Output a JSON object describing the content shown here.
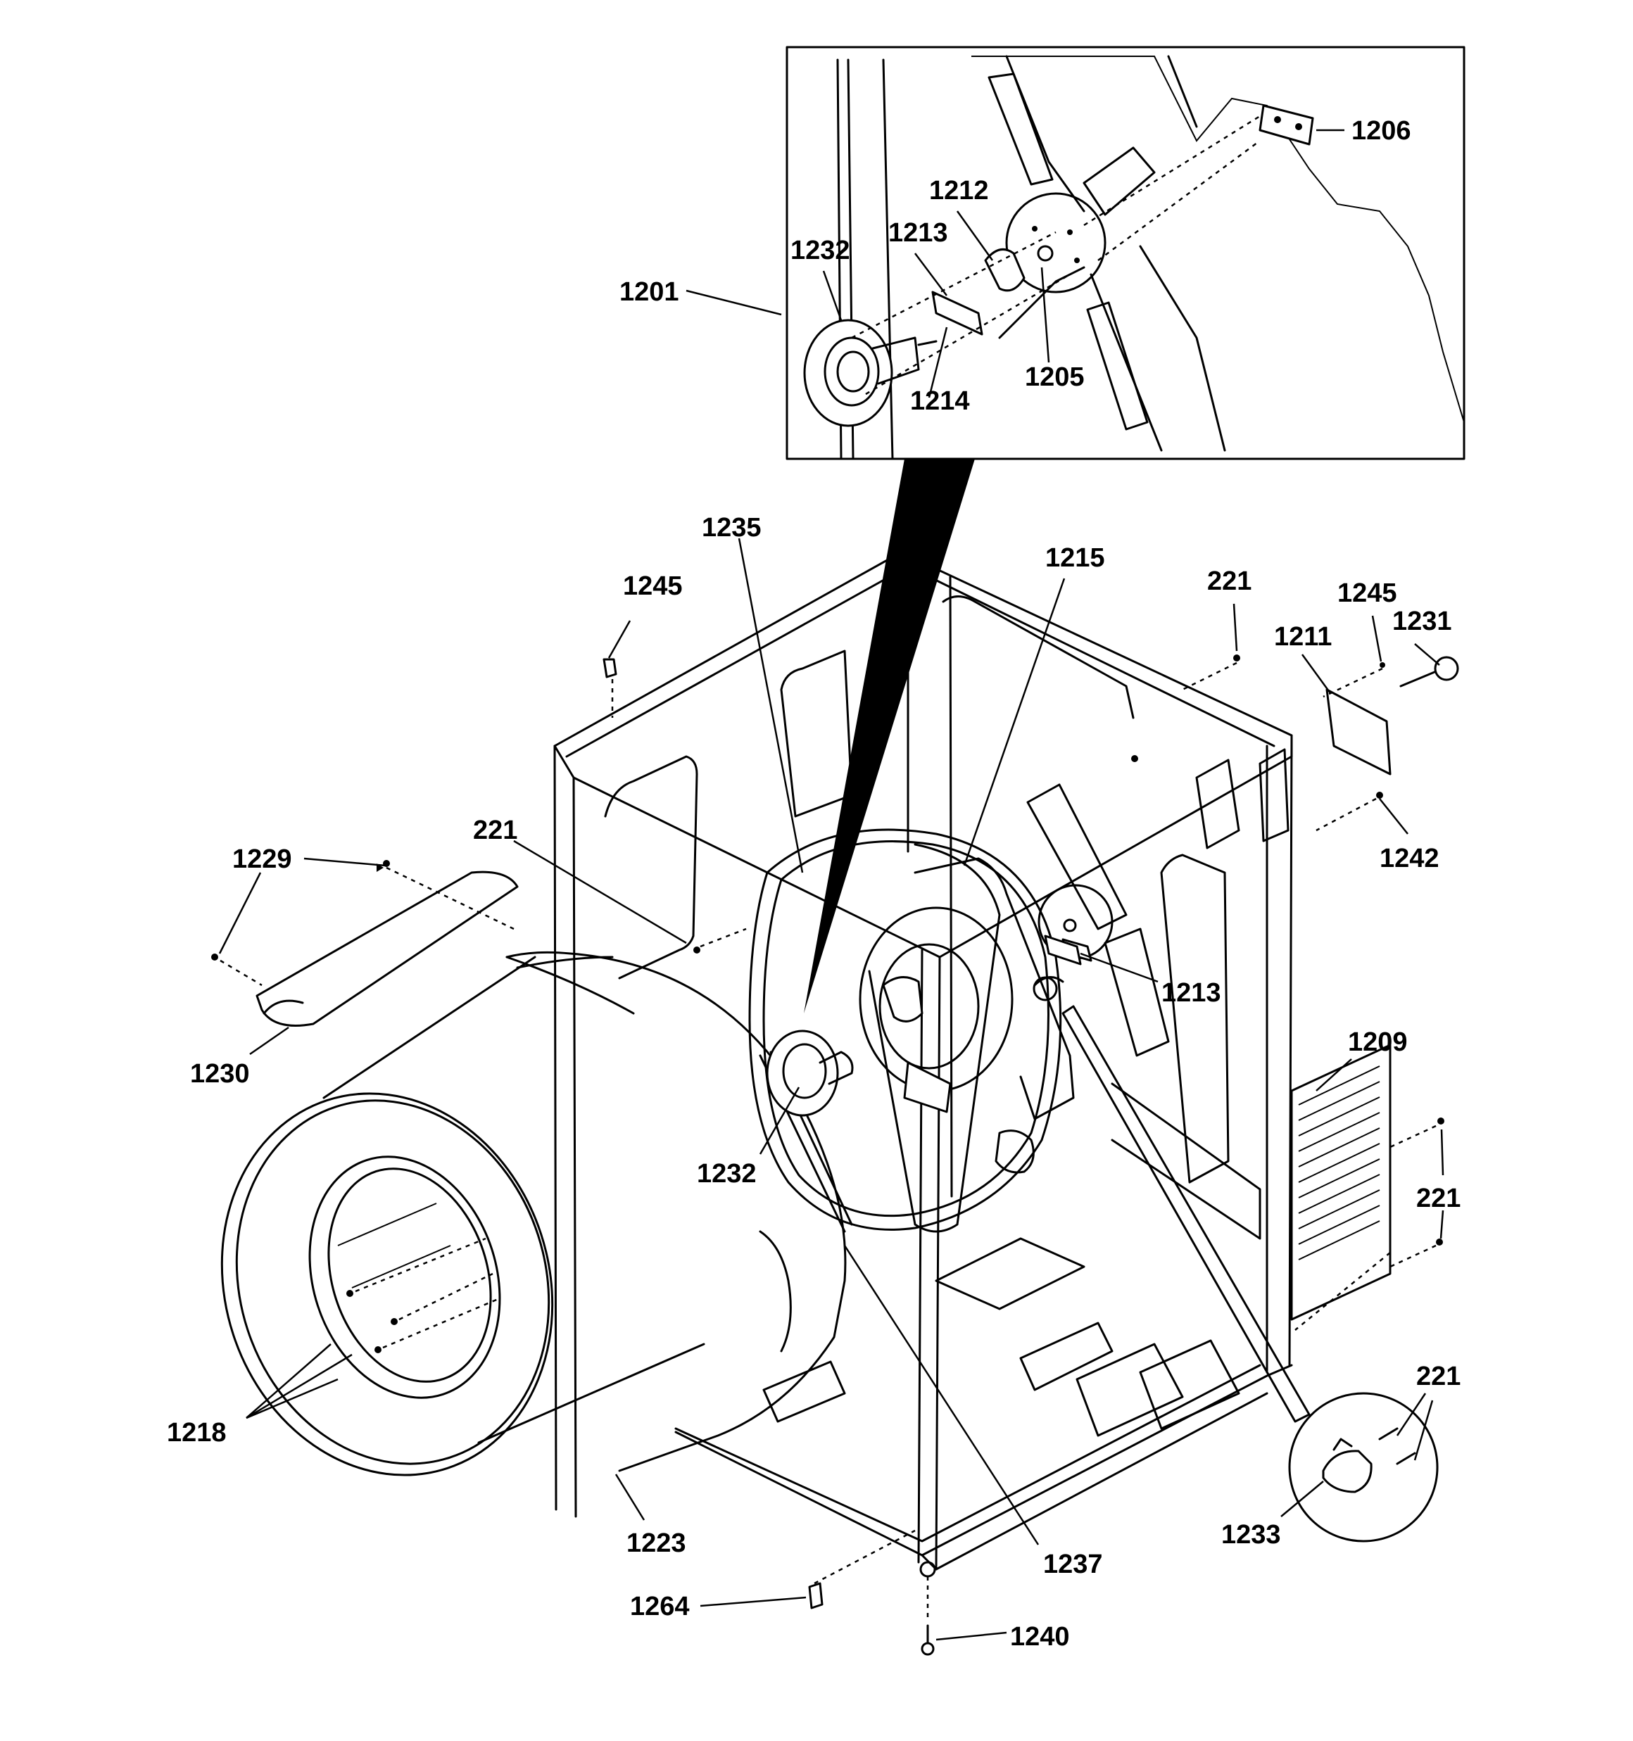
{
  "labels": {
    "l1201": "1201",
    "l1206": "1206",
    "l1212": "1212",
    "l1213_inset": "1213",
    "l1232_inset": "1232",
    "l1214": "1214",
    "l1205": "1205",
    "l1235": "1235",
    "l1215": "1215",
    "l1245_left": "1245",
    "l221_top": "221",
    "l1245_right": "1245",
    "l1231": "1231",
    "l1211": "1211",
    "l1242": "1242",
    "l221_left": "221",
    "l1229": "1229",
    "l1213_main": "1213",
    "l1230": "1230",
    "l1209": "1209",
    "l1232_main": "1232",
    "l221_right": "221",
    "l1218": "1218",
    "l221_bottom": "221",
    "l1223": "1223",
    "l1237": "1237",
    "l1233": "1233",
    "l1264": "1264",
    "l1240": "1240"
  }
}
